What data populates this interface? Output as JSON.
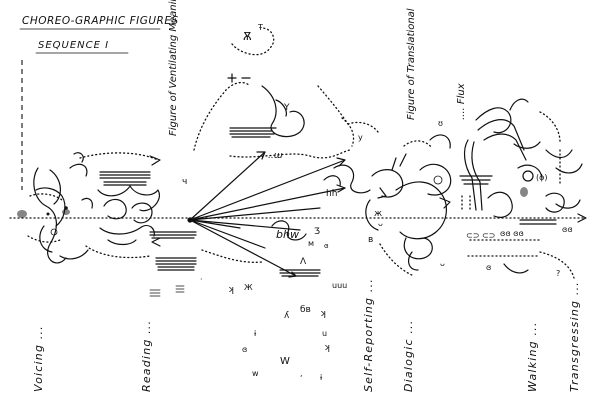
{
  "header": {
    "title": "CHOREO-GRAPHIC FIGURES",
    "subtitle": "SEQUENCE I"
  },
  "figures": {
    "ventilating": "Figure of Ventilating Meaning",
    "translational": "Figure of Translational",
    "flux": ".... Flux"
  },
  "stages": [
    {
      "label": "Voicing ..."
    },
    {
      "label": "Reading ..."
    },
    {
      "label": "Self-Reporting ..."
    },
    {
      "label": "Dialogic ..."
    },
    {
      "label": "Walking ..."
    },
    {
      "label": "Transgressing ..."
    }
  ]
}
